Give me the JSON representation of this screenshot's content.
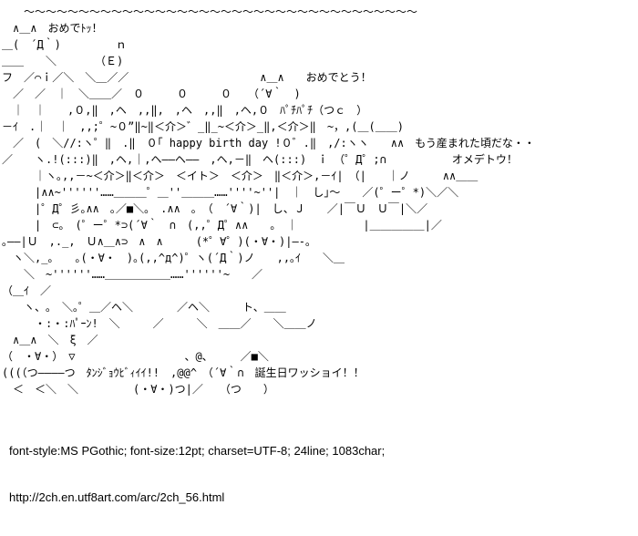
{
  "page": {
    "background_color": "#ffffff",
    "text_color": "#000000"
  },
  "ascii_art": {
    "cake_banner_text": "happy birth day !",
    "phrases": [
      "おめでﾄｯ！",
      "おめでとう！",
      "ﾊﾟﾁﾊﾟﾁ",
      "happy birth day !",
      "もう産まれた頃だな・・",
      "オメデトウ！",
      "・:・:ﾊﾟｰﾝ!",
      "ﾀﾝｼﾞｮｳﾋﾞｨｲｲ!!",
      "誕生日ワッショイ！！"
    ],
    "lines": [
      "　　〜〜〜〜〜〜〜〜〜〜〜〜〜〜〜〜〜〜〜〜〜〜〜〜〜〜〜〜〜〜〜〜〜〜〜〜",
      "　∧＿∧　おめでﾄｯ！",
      "＿(　´Д｀)　　　　　ｎ",
      "＿＿　　＼　　　　（Ｅ)",
      "フ　／⌒ｉ／＼　＼＿／／　　　　　　　　　　　　∧＿∧　　おめでとう！",
      "　／　／　｜　＼＿＿／　０　　　０　　　０　　（´∀｀　)",
      "　｜　｜　　,０,‖　,ヘ　,,‖,　,ヘ　,,‖　,ヘ,０　ﾊﾟﾁﾊﾟﾁ（つｃ　）",
      "－ｲ　.｜　｜　,,;゜~０”‖~‖＜介＞゛_‖_~＜介＞_‖,＜介＞‖　~，,(＿(＿＿)",
      "　／　(　＼//:ヽ゜‖　.‖　０｢ happy birth day !０゛.‖　,/:ヽヽ　　∧∧　もう産まれた頃だな・・",
      "／　　ヽ.!(:::)‖　,ヘ,｜,ヘ――ヘ――　,ヘ,－‖　ヘ(:::)　ｉ　（゜Д゜;∩　　　　　　オメデトウ！",
      "　　　｜ヽ｡,,－~＜介＞‖＜介＞　＜イト＞　＜介＞　‖＜介＞,－ｲ|　（|　　｜ノ　　　∧∧＿＿",
      "　　　|∧∧~''''''……＿＿＿゜＿''＿＿＿……''''~''|　｜　し｣～　　／(゜ー゜*)＼／＼",
      "　　　|゜Д゜彡｡∧∧　｡／■＼｡　.∧∧　｡　（　´∀｀)|　し、Ｊ　　／|￣Ｕ　Ｕ￣|＼／",
      "　　　|　⊂｡　(゜ー゜*⊃(´∀｀　∩　(,,゜Д゜∧∧　　｡　｜　　　　　　|＿＿＿＿＿|／",
      "｡――|Ｕ　,._,　Ｕ∧＿∧⊃　∧　∧　　　(*゜∀゜)(・∀・)|―-｡",
      "　ヽ＼,_｡　　｡(・∀・　)｡(,,^д^)゜ヽ(´Д｀)ノ　　,,｡ｲ　　＼＿",
      "　　＼　~''''''……＿＿＿＿＿＿……''''''~　　／",
      "（＿ｲ　／",
      "　　ヽ、｡　＼｡゜＿／ヘ＼　　　　／ヘ＼　　　ト、＿＿",
      "　　　・:・:ﾊﾟｰﾝ!　＼　　　／　　　＼　＿＿／　　＼＿＿ノ",
      "　∧＿∧　＼　ξ　／",
      "（　・∀・）　▽　　　　　　　　　　、@、　　　／■＼",
      "(((（つ――――つ　ﾀﾝｼﾞｮｳﾋﾞｨｲｲ!!　,@@^　（´∀｀∩　誕生日ワッショイ！！",
      "　＜　＜＼　＼　　　　　(・∀・)つ|／　　（つ　　）"
    ]
  },
  "footer": {
    "line1": "font-style:MS PGothic; font-size:12pt; charset=UTF-8; 24line; 1083char;",
    "line2": "http://2ch.en.utf8art.com/arc/2ch_56.html"
  }
}
